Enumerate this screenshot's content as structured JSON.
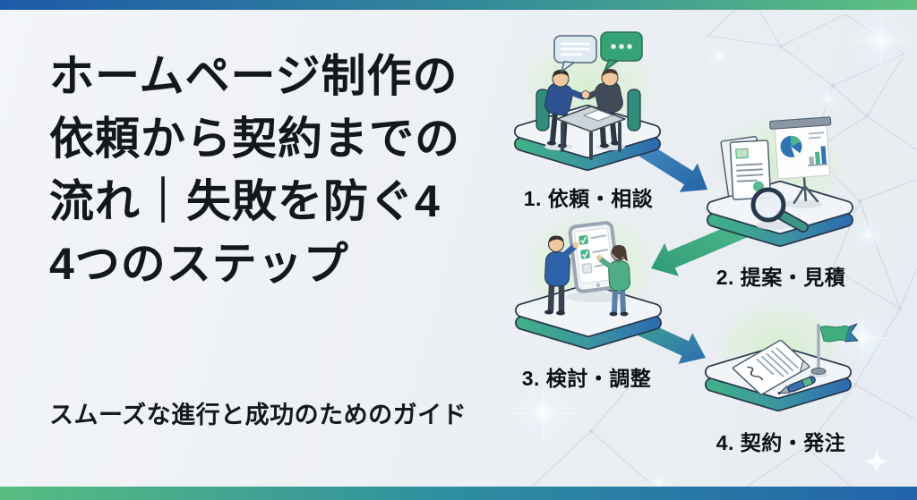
{
  "hero": {
    "title_lines": [
      "ホームページ制作の",
      "依頼から契約までの",
      "流れ｜失敗を防ぐ4",
      "4つのステップ"
    ],
    "subtitle": "スムーズな進行と成功のためのガイド"
  },
  "flow": {
    "steps": [
      {
        "number": "1",
        "label": "1. 依頼・相談",
        "illustration": "business-meeting-handshake"
      },
      {
        "number": "2",
        "label": "2. 提案・見積",
        "illustration": "proposal-documents-charts-magnifier"
      },
      {
        "number": "3",
        "label": "3. 検討・調整",
        "illustration": "tablet-checklist-review"
      },
      {
        "number": "4",
        "label": "4. 契約・発注",
        "illustration": "contract-signing-pen-flag"
      }
    ]
  },
  "colors": {
    "background": "#edf0f4",
    "accent_blue": "#2263aa",
    "accent_teal": "#34899b",
    "accent_green": "#5fc081",
    "arrow_blue": "#2e6cb0",
    "arrow_green": "#3fa87c",
    "text": "#14171b"
  }
}
